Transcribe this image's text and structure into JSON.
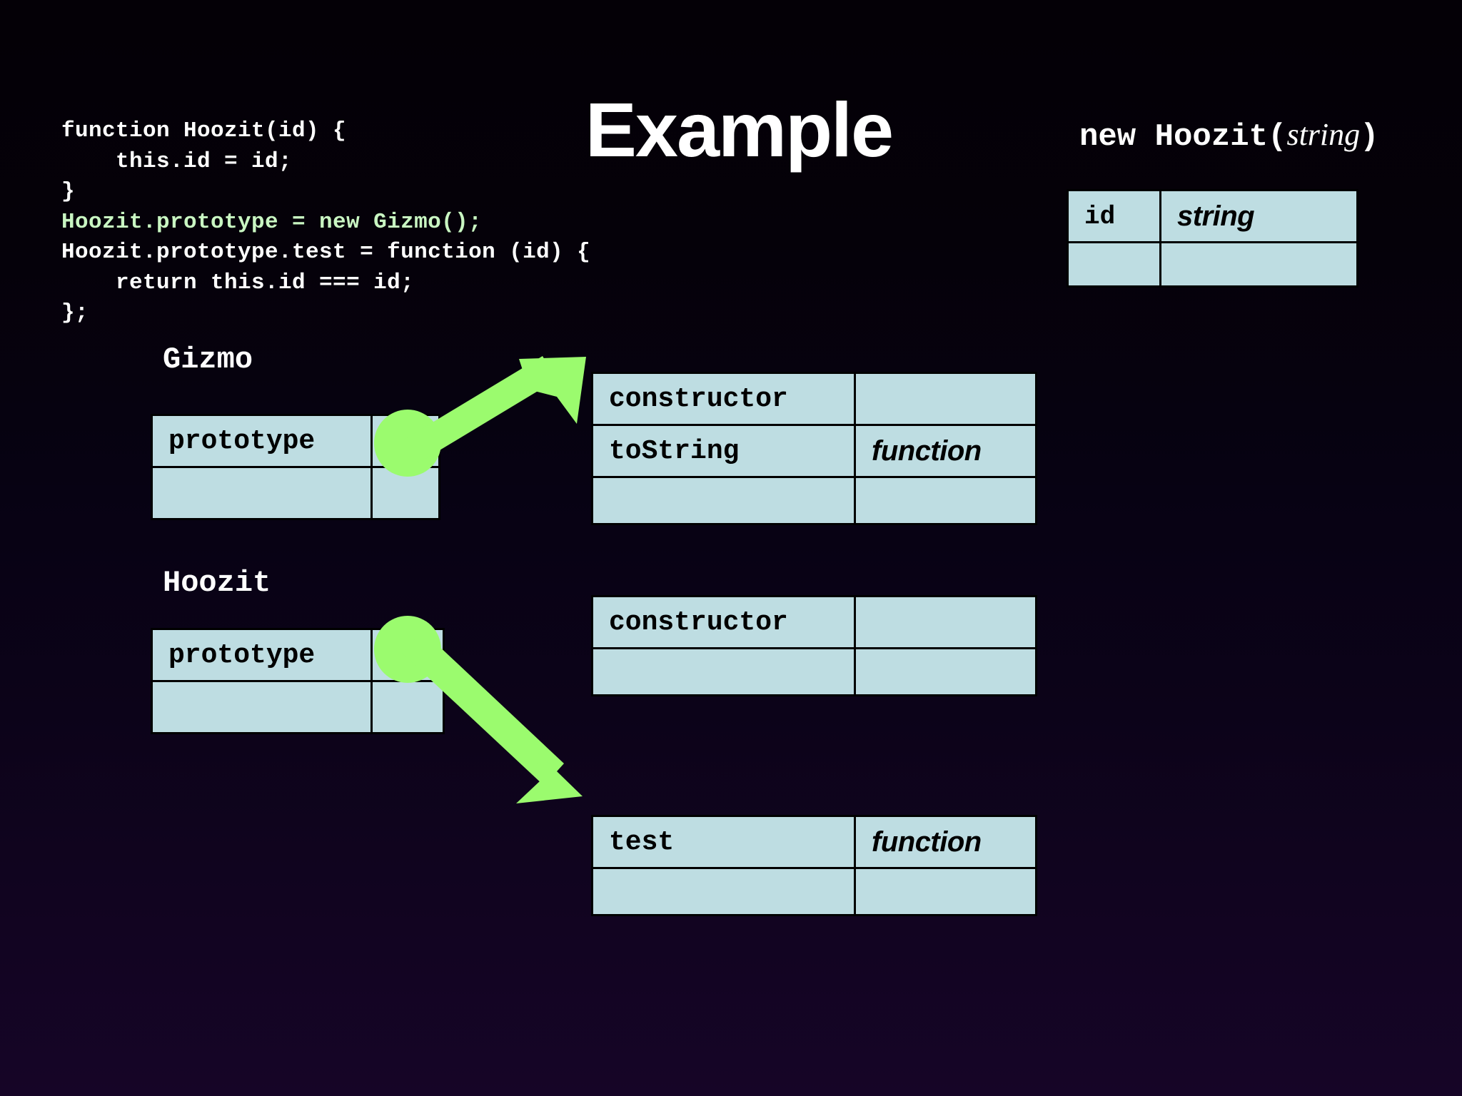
{
  "slide": {
    "title": "Example",
    "background_top": "#040006",
    "background_bottom": "#160527",
    "cell_color": "#bedde2",
    "arrow_color": "#9bfb6e",
    "highlight_color": "#c9f6c2"
  },
  "code": {
    "lines": [
      {
        "text": "function Hoozit(id) {",
        "highlight": false
      },
      {
        "text": "    this.id = id;",
        "highlight": false
      },
      {
        "text": "}",
        "highlight": false
      },
      {
        "text": "Hoozit.prototype = new Gizmo();",
        "highlight": true
      },
      {
        "text": "Hoozit.prototype.test = function (id) {",
        "highlight": false
      },
      {
        "text": "    return this.id === id;",
        "highlight": false
      },
      {
        "text": "};",
        "highlight": false
      }
    ]
  },
  "instance": {
    "header_prefix": "new Hoozit(",
    "header_italic": "string",
    "header_suffix": ")",
    "rows": [
      {
        "key": "id",
        "value": "string",
        "value_italic": true
      },
      {
        "key": "",
        "value": "",
        "value_italic": false
      }
    ]
  },
  "gizmo": {
    "label": "Gizmo",
    "rows": [
      {
        "key": "prototype",
        "value": ""
      },
      {
        "key": "",
        "value": ""
      }
    ]
  },
  "gizmo_prototype": {
    "rows": [
      {
        "key": "constructor",
        "value": "",
        "value_italic": false
      },
      {
        "key": "toString",
        "value": "function",
        "value_italic": true
      },
      {
        "key": "",
        "value": "",
        "value_italic": false
      }
    ]
  },
  "hoozit": {
    "label": "Hoozit",
    "rows": [
      {
        "key": "prototype",
        "value": ""
      },
      {
        "key": "",
        "value": ""
      }
    ]
  },
  "hoozit_prototype": {
    "rows": [
      {
        "key": "constructor",
        "value": "",
        "value_italic": false
      },
      {
        "key": "",
        "value": "",
        "value_italic": false
      }
    ]
  },
  "test_object": {
    "rows": [
      {
        "key": "test",
        "value": "function",
        "value_italic": true
      },
      {
        "key": "",
        "value": "",
        "value_italic": false
      }
    ]
  },
  "arrows": [
    {
      "name": "gizmo-prototype-link",
      "direction": "up-right"
    },
    {
      "name": "hoozit-prototype-link",
      "direction": "down-right"
    }
  ]
}
